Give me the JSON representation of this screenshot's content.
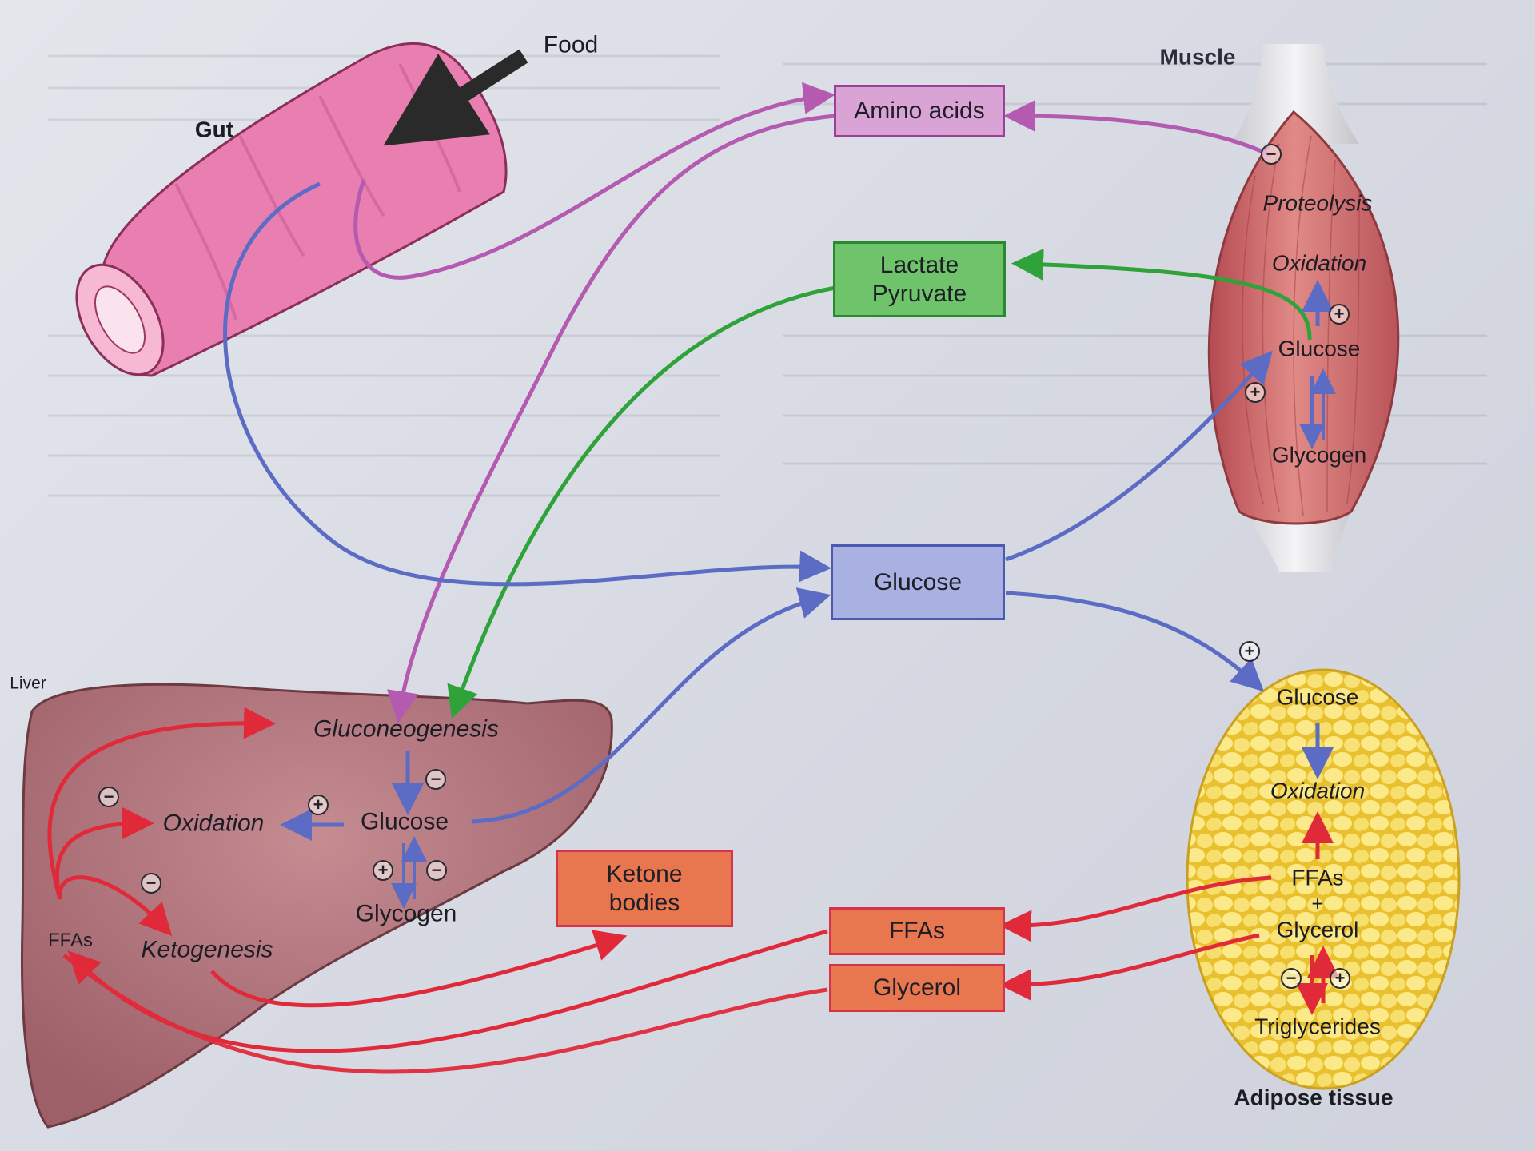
{
  "colors": {
    "amino": "#b45ab0",
    "lactate": "#2fa23a",
    "glucose": "#5c6cc4",
    "red": "#e02a3a",
    "orange": "#e8764e",
    "tissue_gut": "#e97fb0",
    "tissue_liver": "#b77a80",
    "tissue_muscle": "#c9666a",
    "tissue_adipose": "#f0d040"
  },
  "organs": {
    "gut": "Gut",
    "food": "Food",
    "muscle": "Muscle",
    "liver": "Liver",
    "adipose": "Adipose tissue"
  },
  "boxes": {
    "amino_acids": "Amino acids",
    "lactate": "Lactate",
    "pyruvate": "Pyruvate",
    "glucose": "Glucose",
    "ketone_1": "Ketone",
    "ketone_2": "bodies",
    "ffas": "FFAs",
    "glycerol": "Glycerol"
  },
  "muscle_labels": {
    "proteolysis": "Proteolysis",
    "oxidation": "Oxidation",
    "glucose": "Glucose",
    "glycogen": "Glycogen"
  },
  "liver_labels": {
    "gluconeogenesis": "Gluconeogenesis",
    "glucose": "Glucose",
    "oxidation": "Oxidation",
    "glycogen": "Glycogen",
    "ffas": "FFAs",
    "ketogenesis": "Ketogenesis"
  },
  "adipose_labels": {
    "glucose": "Glucose",
    "oxidation": "Oxidation",
    "ffas": "FFAs",
    "plus": "+",
    "glycerol": "Glycerol",
    "triglycerides": "Triglycerides"
  },
  "signs": {
    "minus": "−",
    "plus": "+"
  }
}
